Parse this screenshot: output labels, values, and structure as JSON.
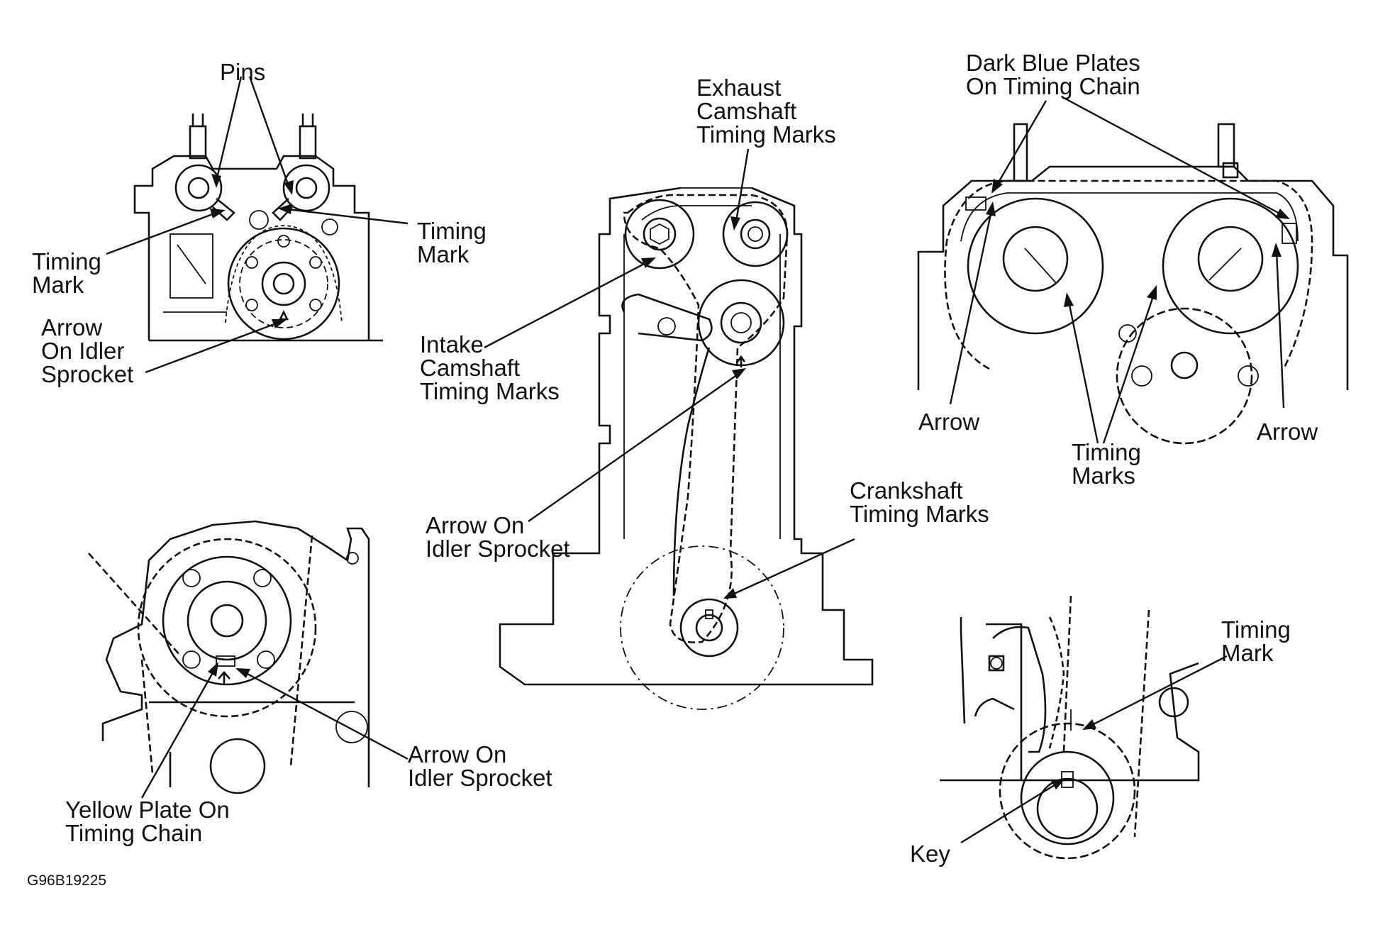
{
  "labels": {
    "pins": "Pins",
    "tl_timing_mark_left_1": "Timing",
    "tl_timing_mark_left_2": "Mark",
    "tl_timing_mark_right_1": "Timing",
    "tl_timing_mark_right_2": "Mark",
    "tl_arrow_idler_1": "Arrow",
    "tl_arrow_idler_2": "On Idler",
    "tl_arrow_idler_3": "Sprocket",
    "exhaust_1": "Exhaust",
    "exhaust_2": "Camshaft",
    "exhaust_3": "Timing Marks",
    "intake_1": "Intake",
    "intake_2": "Camshaft",
    "intake_3": "Timing Marks",
    "center_arrow_idler_1": "Arrow On",
    "center_arrow_idler_2": "Idler Sprocket",
    "crankshaft_1": "Crankshaft",
    "crankshaft_2": "Timing Marks",
    "dark_blue_1": "Dark Blue Plates",
    "dark_blue_2": "On Timing Chain",
    "tr_arrow_left": "Arrow",
    "tr_arrow_right": "Arrow",
    "tr_timing_marks_1": "Timing",
    "tr_timing_marks_2": "Marks",
    "bl_arrow_idler_1": "Arrow On",
    "bl_arrow_idler_2": "Idler Sprocket",
    "yellow_plate_1": "Yellow Plate On",
    "yellow_plate_2": "Timing Chain",
    "br_timing_mark_1": "Timing",
    "br_timing_mark_2": "Mark",
    "key": "Key"
  },
  "figure_code": "G96B19225"
}
